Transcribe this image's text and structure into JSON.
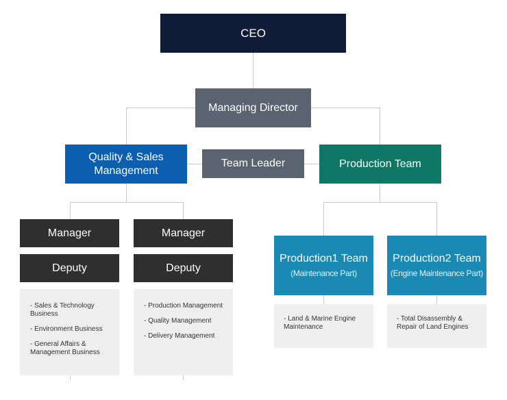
{
  "org": {
    "ceo": "CEO",
    "managing_director": "Managing Director",
    "quality_sales": {
      "line1": "Quality & Sales",
      "line2": "Management"
    },
    "team_leader": "Team Leader",
    "production_team": "Production Team",
    "left_dept": {
      "manager": "Manager",
      "deputy": "Deputy",
      "items": [
        "- Sales & Technology Business",
        "- Environment Business",
        "- General Affairs & Management Business"
      ]
    },
    "mid_dept": {
      "manager": "Manager",
      "deputy": "Deputy",
      "items": [
        "- Production Management",
        "- Quality Management",
        "- Delivery Management"
      ]
    },
    "production1": {
      "name": "Production1 Team",
      "sub": "(Maintenance Part)",
      "items": [
        "- Land & Marine Engine Maintenance"
      ]
    },
    "production2": {
      "name": "Production2 Team",
      "sub": "(Engine Maintenance Part)",
      "items": [
        "- Total Disassembly & Repair of Land Engines"
      ]
    }
  },
  "colors": {
    "ceo": "#101b38",
    "gray": "#5a6470",
    "blue": "#0b5eb0",
    "green": "#107766",
    "dark": "#2f2f2f",
    "teal": "#1a8ab5",
    "panel": "#efefef"
  }
}
